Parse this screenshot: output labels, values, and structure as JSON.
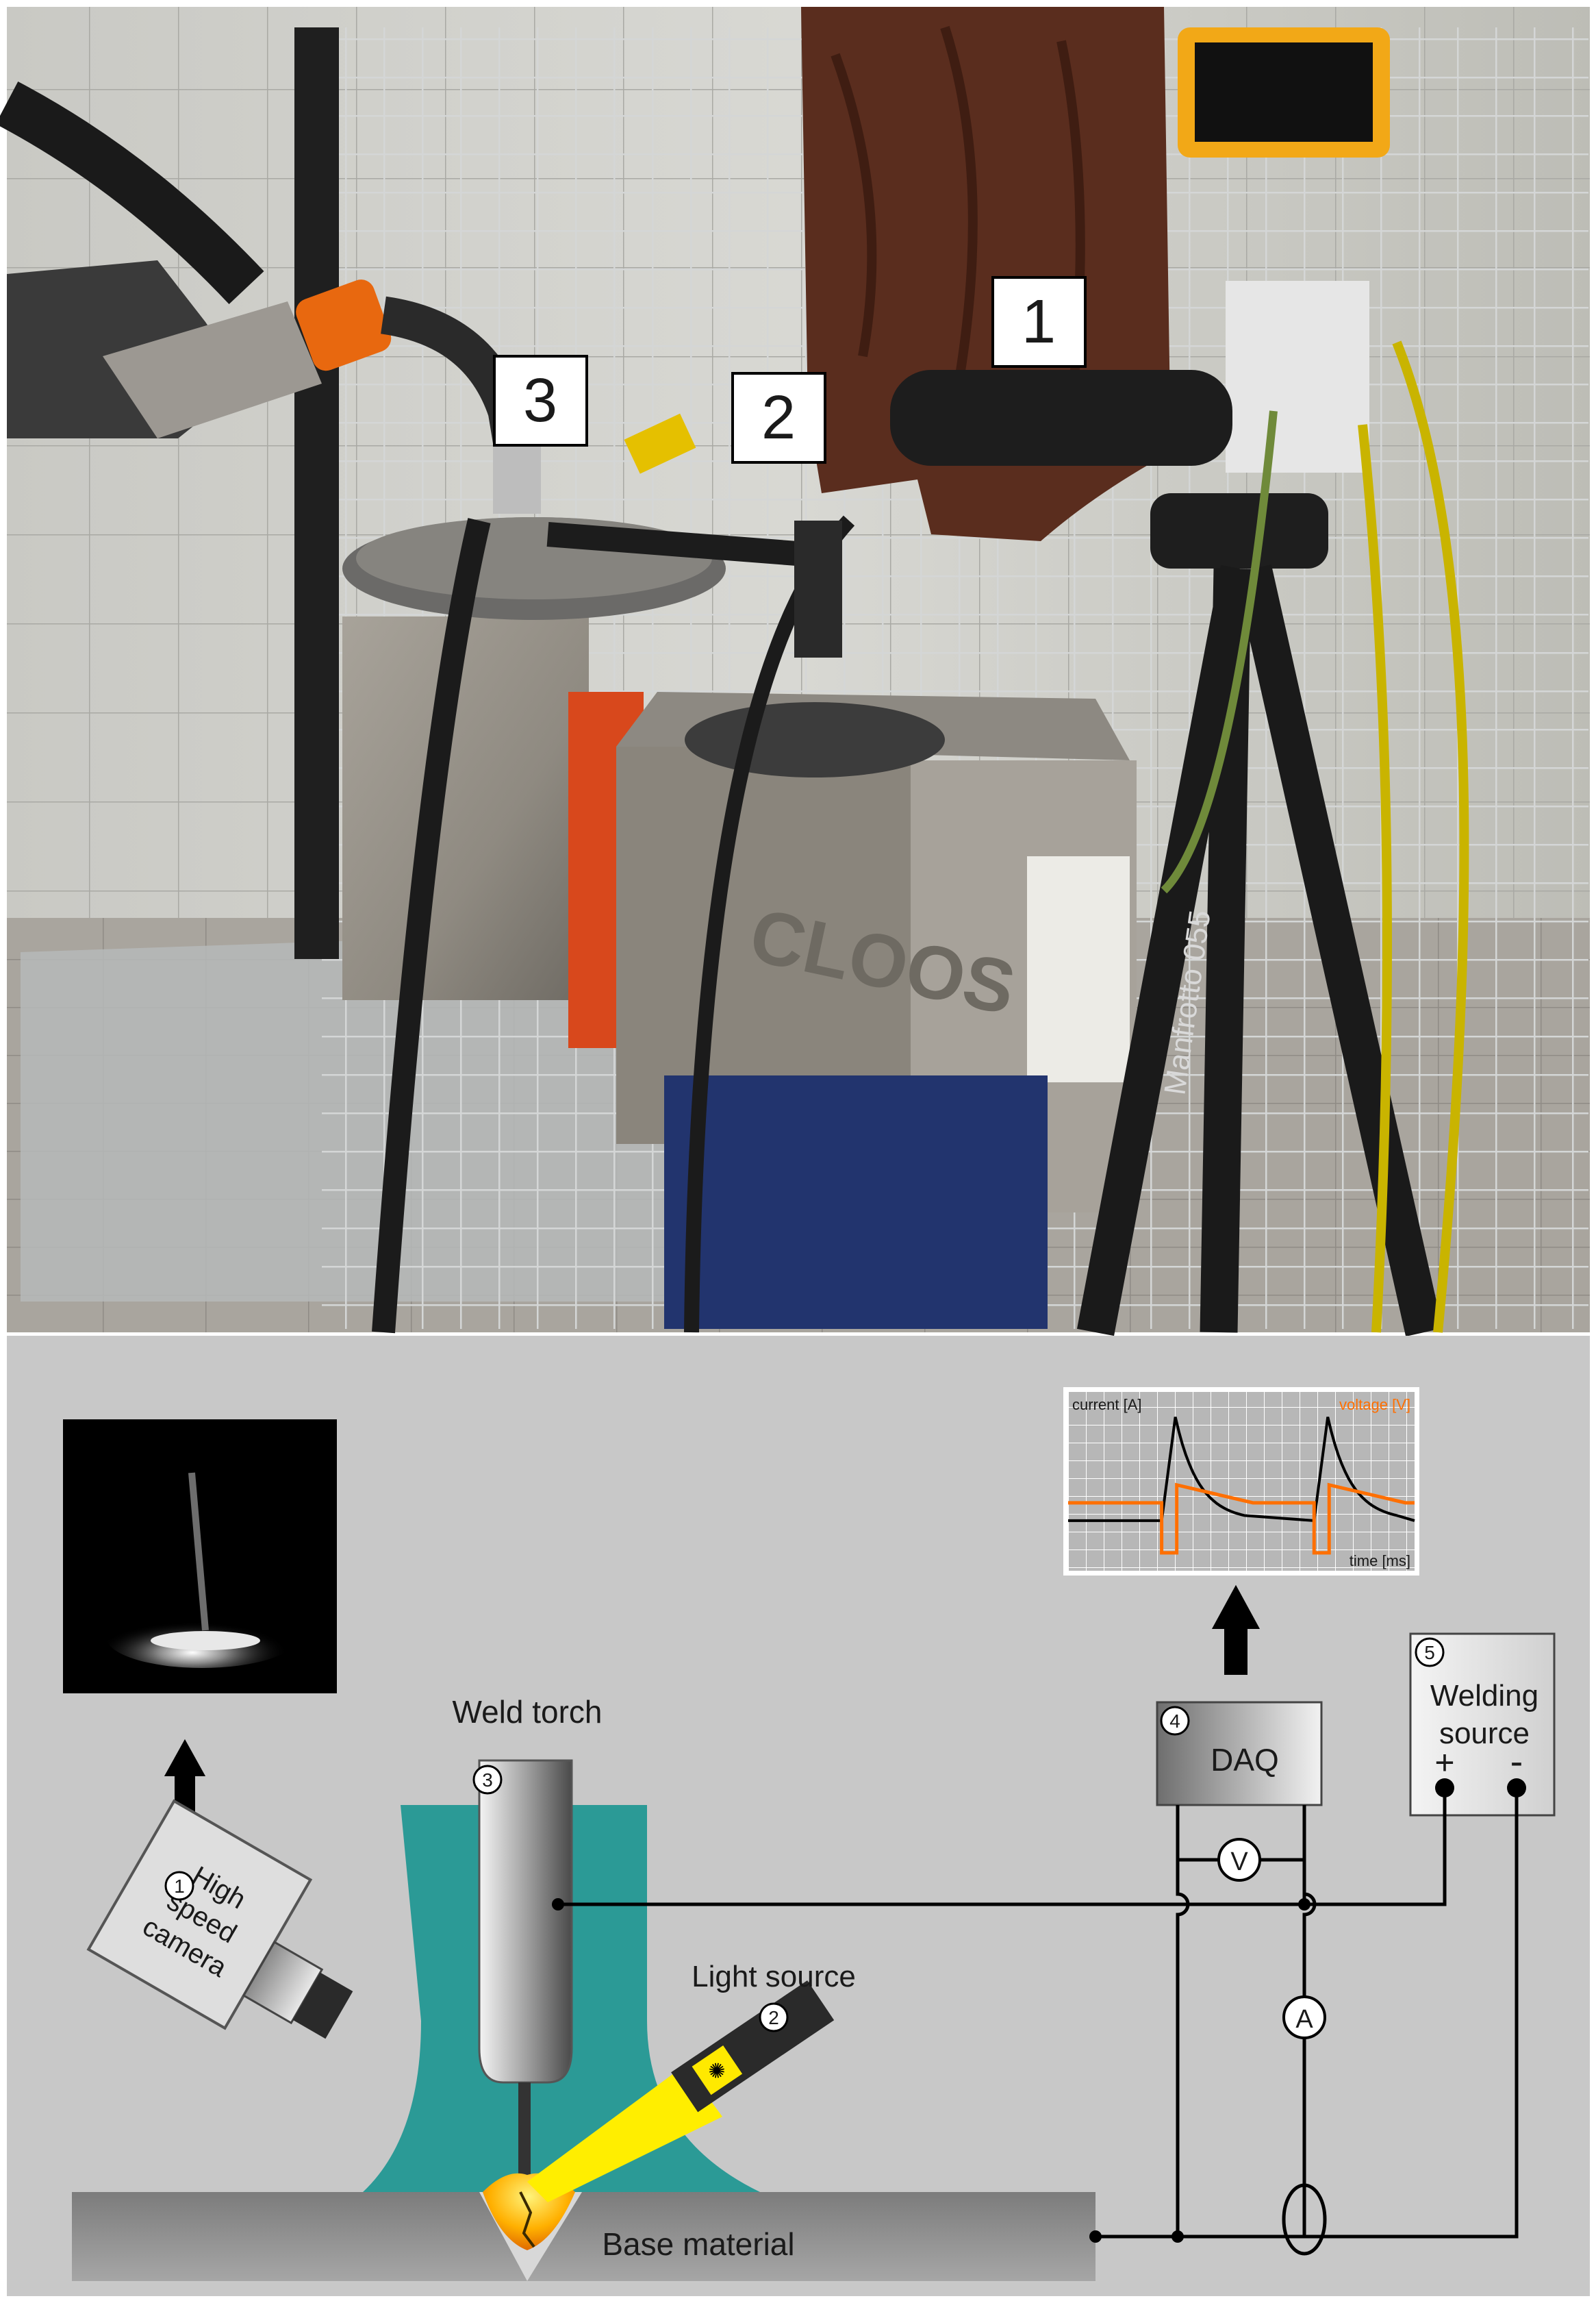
{
  "photo": {
    "callouts": [
      "1",
      "2",
      "3"
    ],
    "brand_text": "CLOOS",
    "tripod_text": "Manfrotto 055"
  },
  "schematic": {
    "labels": {
      "weld_torch": "Weld torch",
      "light_source": "Light source",
      "base_material": "Base material",
      "high_speed_camera": [
        "High",
        "speed",
        "camera"
      ],
      "daq": "DAQ",
      "welding_source": [
        "Welding",
        "source"
      ],
      "plus": "+",
      "minus": "-"
    },
    "markers": {
      "camera": "1",
      "light": "2",
      "torch": "3",
      "daq": "4",
      "source": "5",
      "voltmeter": "V",
      "ammeter": "A"
    },
    "scope": {
      "current_label": "current [A]",
      "voltage_label": "voltage [V]",
      "time_label": "time [ms]"
    }
  },
  "colors": {
    "schematic_bg": "#c8c8c8",
    "nozzle": "#2b9a96",
    "laser_beam": "#ffee00",
    "voltage_trace": "#ff6f00",
    "scope_bg": "#b7b7b7"
  }
}
